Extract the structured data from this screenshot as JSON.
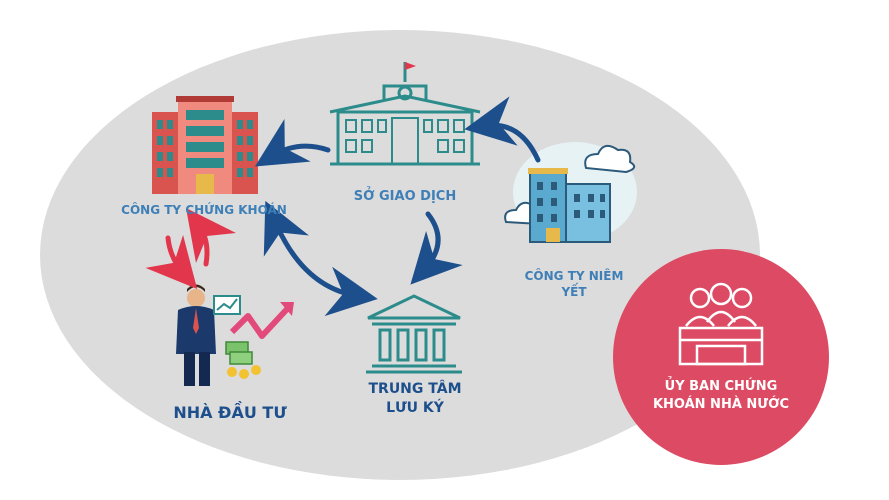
{
  "nodes": {
    "securities_company": {
      "label": "CÔNG TY CHỨNG KHOÁN",
      "icon": "office-building-icon"
    },
    "stock_exchange": {
      "label": "SỞ GIAO DỊCH",
      "icon": "government-building-icon"
    },
    "listed_company": {
      "label_line1": "CÔNG TY NIÊM",
      "label_line2": "YẾT",
      "icon": "company-building-icon"
    },
    "investor": {
      "label": "NHÀ ĐẦU TƯ",
      "icon": "investor-icon"
    },
    "depository_center": {
      "label_line1": "TRUNG TÂM",
      "label_line2": "LƯU KÝ",
      "icon": "bank-building-icon"
    },
    "commission": {
      "label_line1": "ỦY BAN CHỨNG",
      "label_line2": "KHOÁN NHÀ NƯỚC",
      "icon": "committee-icon"
    }
  },
  "colors": {
    "ellipse": "#dcdcdc",
    "arrow": "#1d4f8c",
    "red_arrow": "#e2364d",
    "label_blue": "#3f7fb7",
    "label_navy": "#1d4f8c",
    "commission_circle": "#dc4b63",
    "building_outline": "#2c8c8c"
  }
}
